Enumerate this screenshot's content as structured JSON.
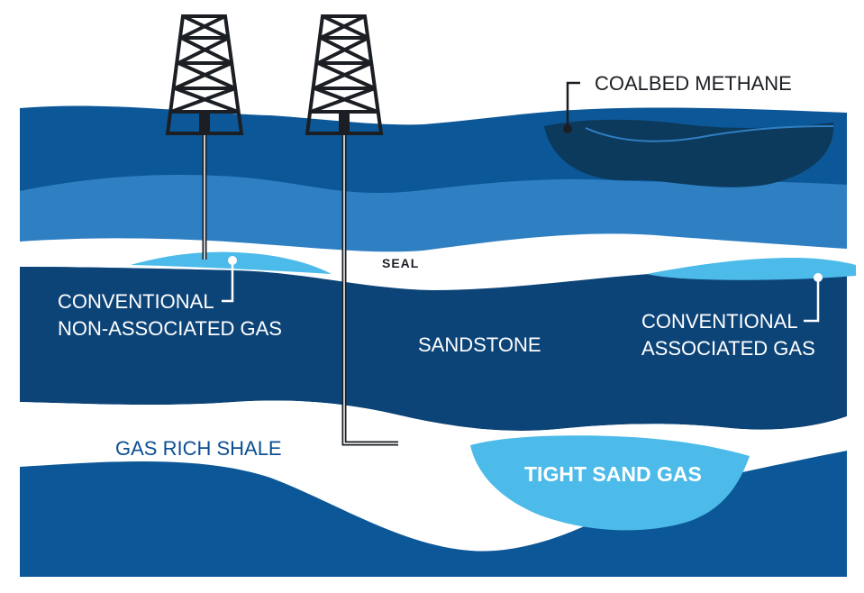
{
  "labels": {
    "coalbed_methane": "COALBED METHANE",
    "seal": "SEAL",
    "conventional_non_associated_line1": "CONVENTIONAL",
    "conventional_non_associated_line2": "NON-ASSOCIATED GAS",
    "sandstone": "SANDSTONE",
    "conventional_associated_line1": "CONVENTIONAL",
    "conventional_associated_line2": "ASSOCIATED GAS",
    "gas_rich_shale": "GAS RICH SHALE",
    "tight_sand_gas": "TIGHT SAND GAS"
  },
  "colors": {
    "surface_layer": "#0c5797",
    "mid_layer": "#2f7fc3",
    "sandstone": "#0d4478",
    "coal_seam": "#0c3a5c",
    "gas_pocket": "#4cbbe9",
    "deep_layer": "#0c5797",
    "white_band": "#ffffff",
    "rig": "#1b1f24"
  },
  "icons": [
    "drilling-rig-icon",
    "drilling-rig-icon"
  ]
}
